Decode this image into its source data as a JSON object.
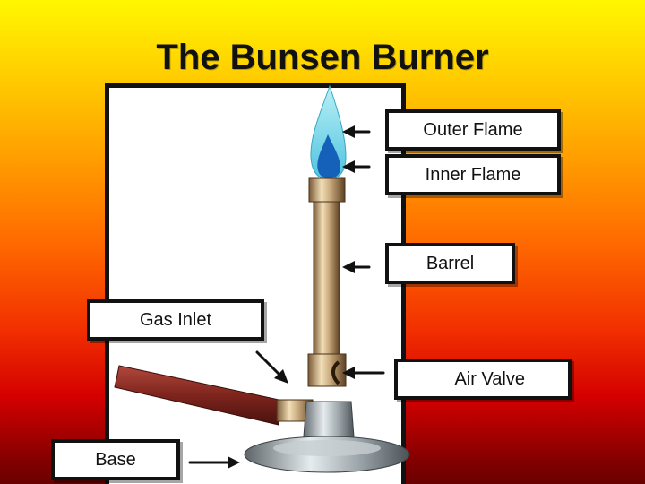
{
  "title": "The Bunsen Burner",
  "labels": {
    "outer_flame": "Outer Flame",
    "inner_flame": "Inner Flame",
    "barrel": "Barrel",
    "gas_inlet": "Gas Inlet",
    "air_valve": "Air Valve",
    "base": "Base"
  },
  "colors": {
    "background_top": "#fff700",
    "background_bottom": "#6a0000",
    "outer_flame": "#6fd3e6",
    "inner_flame": "#1560b8",
    "barrel": "#c6a77a",
    "hose": "#8a2a22",
    "base": "#8a9296"
  }
}
